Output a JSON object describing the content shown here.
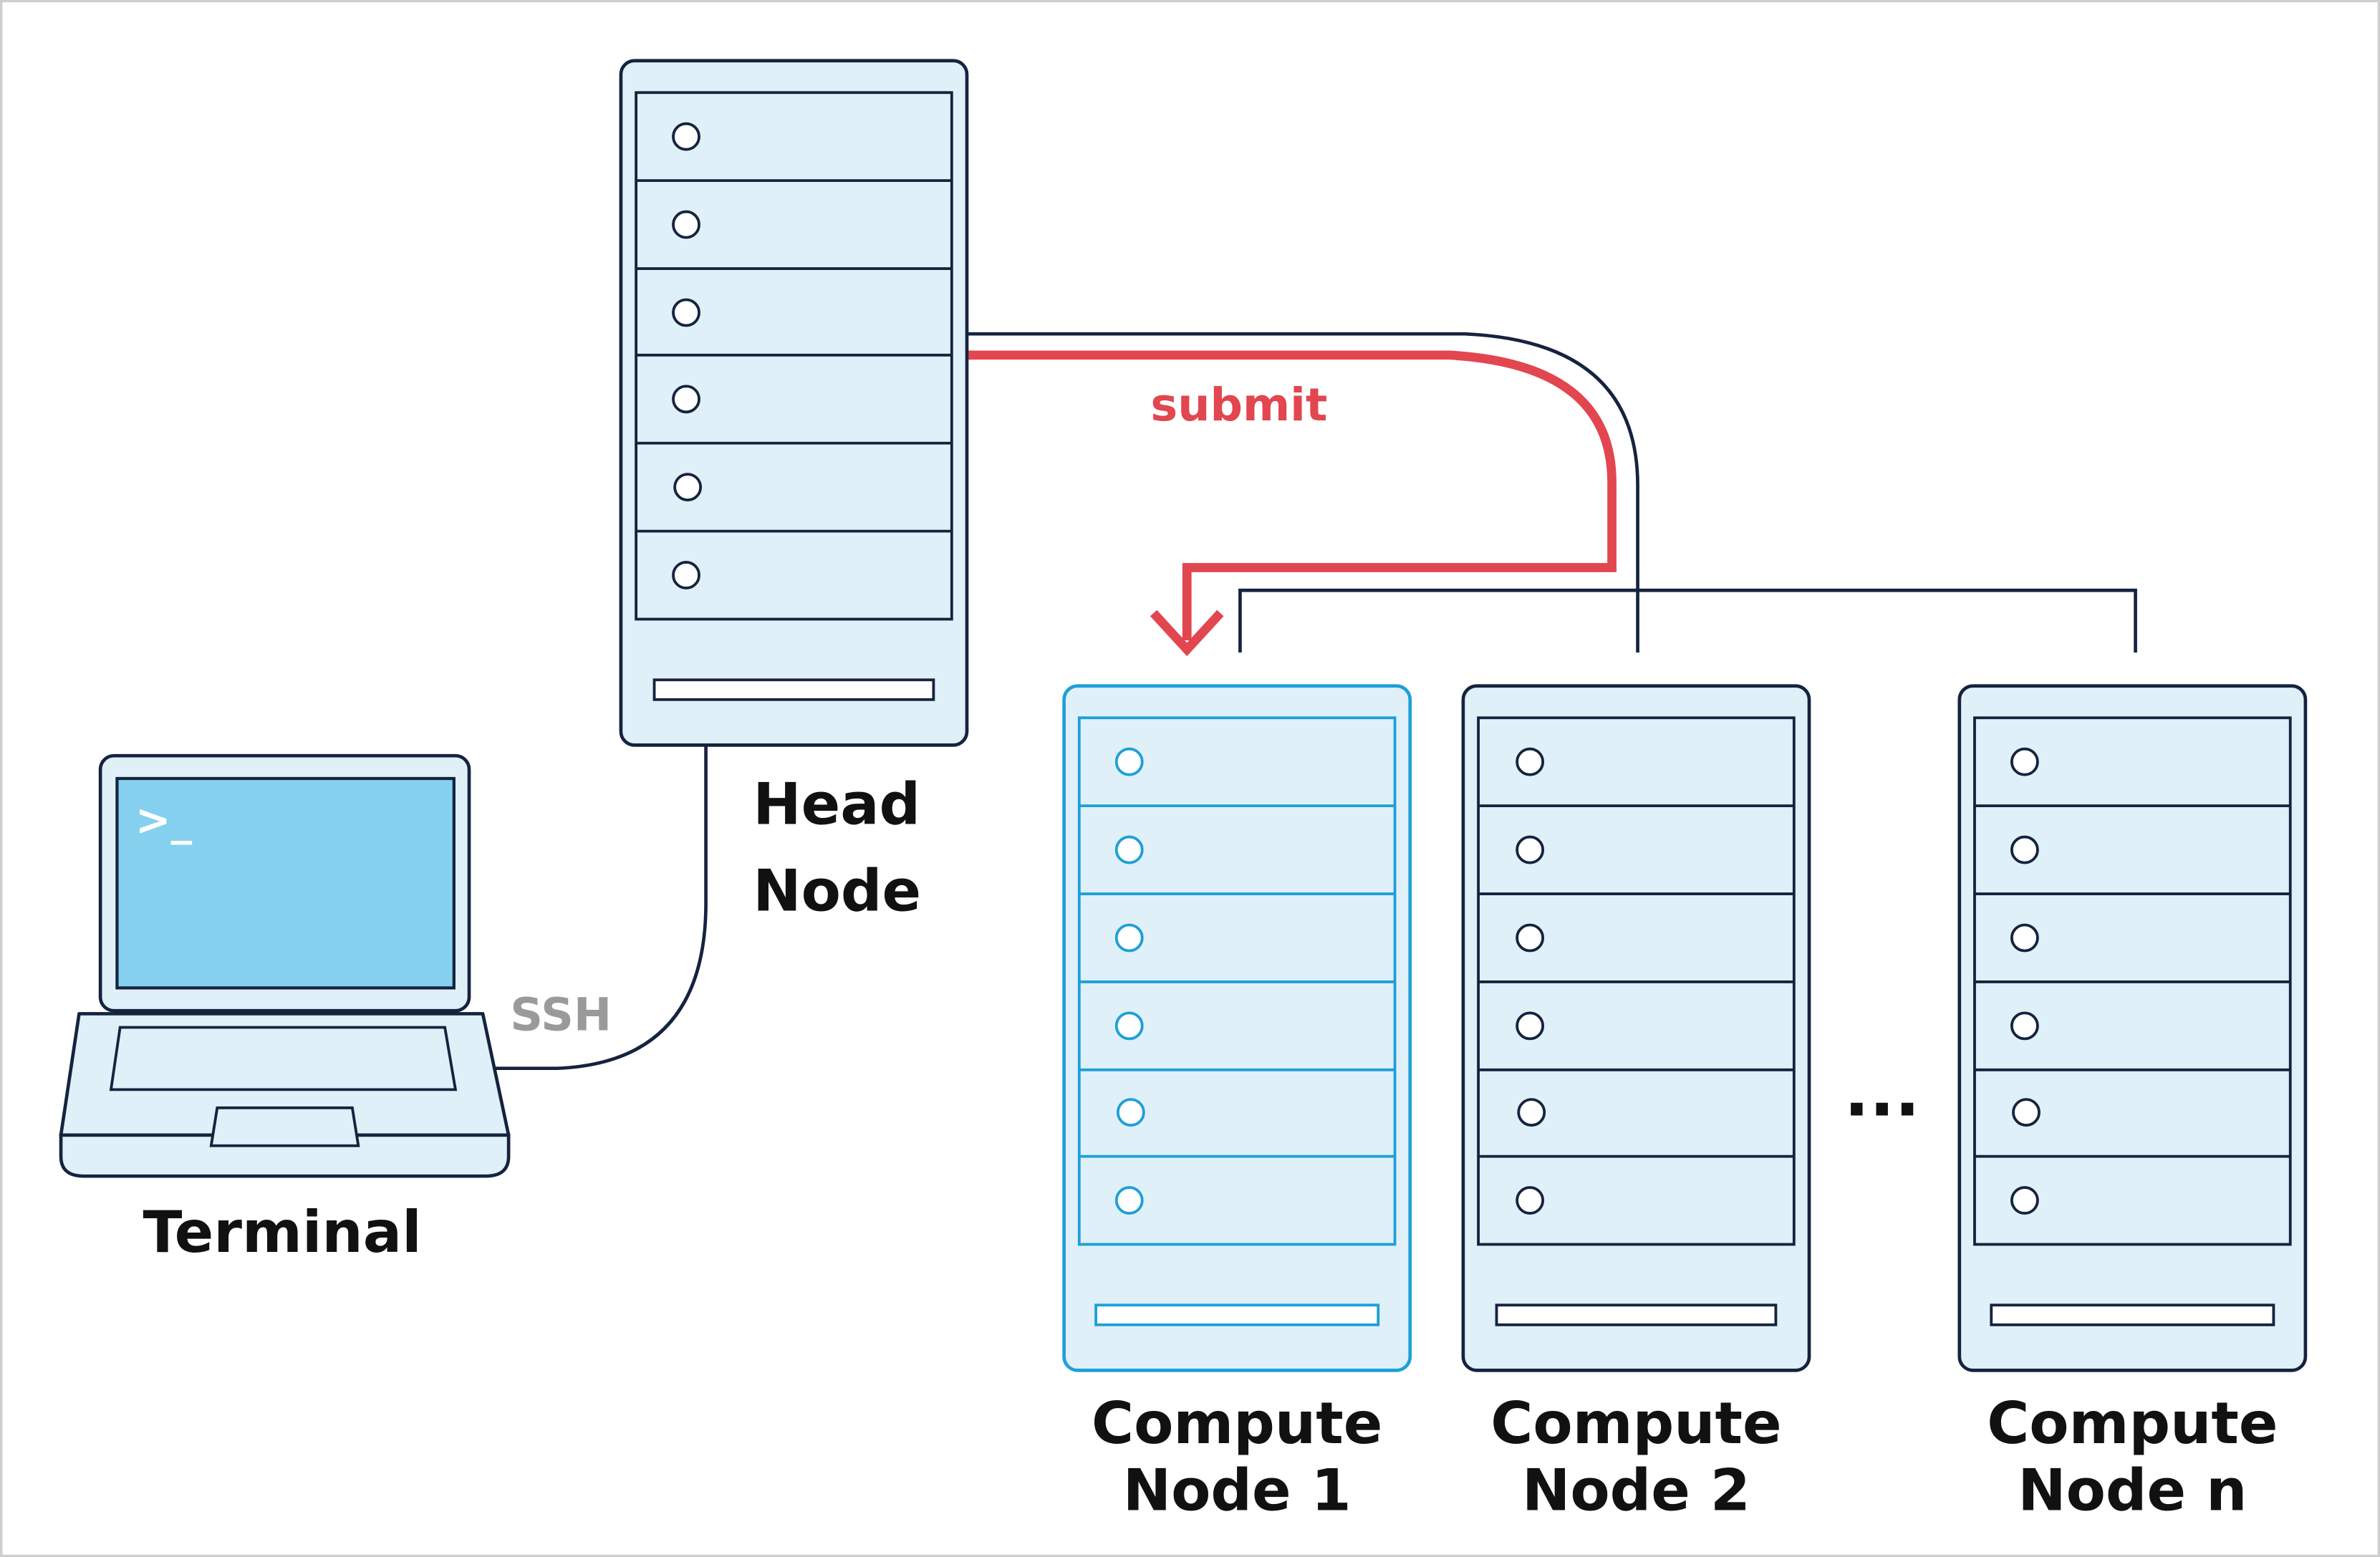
{
  "labels": {
    "head_node_line1": "Head",
    "head_node_line2": "Node",
    "terminal": "Terminal",
    "ssh": "SSH",
    "submit": "submit",
    "ellipsis": "...",
    "compute_nodes": [
      {
        "line1": "Compute",
        "line2": "Node 1"
      },
      {
        "line1": "Compute",
        "line2": "Node 2"
      },
      {
        "line1": "Compute",
        "line2": "Node n"
      }
    ]
  },
  "terminal_prompt": ">_",
  "colors": {
    "outline": "#15233f",
    "server_fill": "#dff0f8",
    "highlight_outline": "#1e9fd8",
    "screen_fill": "#84d0ee",
    "submit_arrow": "#e2464f",
    "ssh_label": "#9a9a9a",
    "border": "#cfcfcf"
  }
}
